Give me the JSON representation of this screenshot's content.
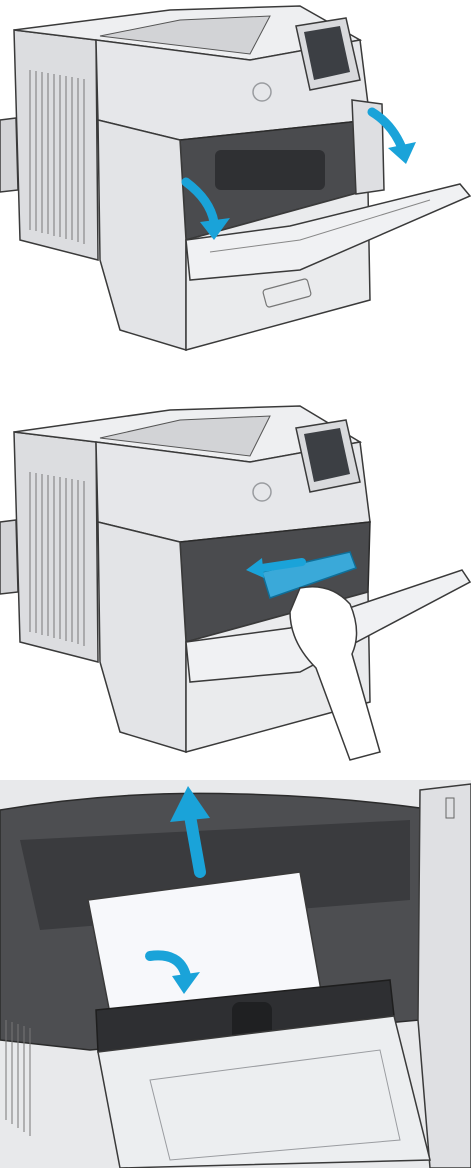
{
  "steps": [
    {
      "illustration": "open-right-door-and-tray",
      "icon": "hp-logo-icon",
      "accent": "#1aa3d9"
    },
    {
      "illustration": "remove-toner-cartridge",
      "icon": "hp-logo-icon",
      "accent": "#1aa3d9"
    },
    {
      "illustration": "remove-jammed-paper",
      "accent": "#1aa3d9"
    }
  ],
  "colors": {
    "body": "#e9eaec",
    "body_shade": "#c9cbcf",
    "outline": "#3a3a3a",
    "dark": "#2b2b2b",
    "arrow": "#1aa3d9",
    "screen": "#3c3f44",
    "paper": "#f7f8fb"
  }
}
